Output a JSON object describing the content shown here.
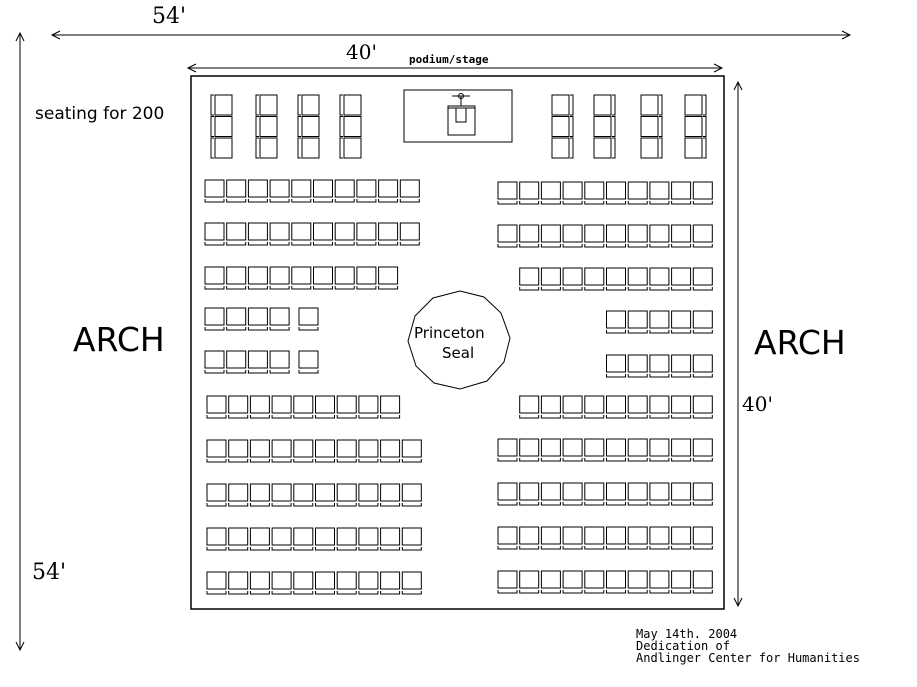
{
  "dimensions": {
    "outer_width": "54'",
    "outer_height": "54'",
    "inner_width": "40'",
    "inner_height": "40'"
  },
  "labels": {
    "podium": "podium/stage",
    "seating": "seating for 200",
    "arch_left": "ARCH",
    "arch_right": "ARCH",
    "seal_line1": "Princeton",
    "seal_line2": "Seal"
  },
  "caption": {
    "line1": "May 14th. 2004",
    "line2": "Dedication of",
    "line3": "Andlinger Center for Humanities"
  }
}
